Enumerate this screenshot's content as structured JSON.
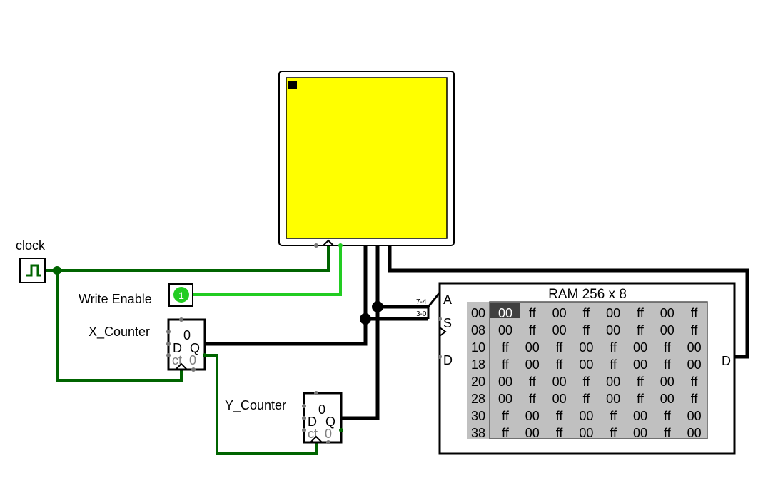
{
  "labels": {
    "clock": "clock",
    "write_enable": "Write Enable",
    "x_counter": "X_Counter",
    "y_counter": "Y_Counter"
  },
  "write_enable_value": "1",
  "counters": {
    "x": {
      "value": "0",
      "d": "D",
      "q": "Q",
      "ct": "ct",
      "zero": "0"
    },
    "y": {
      "value": "0",
      "d": "D",
      "q": "Q",
      "ct": "ct",
      "zero": "0"
    }
  },
  "ram": {
    "title": "RAM 256 x 8",
    "port_a": "A",
    "port_s": "S",
    "port_d_in": "D",
    "port_d_out": "D",
    "split_hi": "7-4",
    "split_lo": "3-0",
    "rows": [
      {
        "addr": "00",
        "cells": [
          "00",
          "ff",
          "00",
          "ff",
          "00",
          "ff",
          "00",
          "ff"
        ]
      },
      {
        "addr": "08",
        "cells": [
          "00",
          "ff",
          "00",
          "ff",
          "00",
          "ff",
          "00",
          "ff"
        ]
      },
      {
        "addr": "10",
        "cells": [
          "ff",
          "00",
          "ff",
          "00",
          "ff",
          "00",
          "ff",
          "00"
        ]
      },
      {
        "addr": "18",
        "cells": [
          "ff",
          "00",
          "ff",
          "00",
          "ff",
          "00",
          "ff",
          "00"
        ]
      },
      {
        "addr": "20",
        "cells": [
          "00",
          "ff",
          "00",
          "ff",
          "00",
          "ff",
          "00",
          "ff"
        ]
      },
      {
        "addr": "28",
        "cells": [
          "00",
          "ff",
          "00",
          "ff",
          "00",
          "ff",
          "00",
          "ff"
        ]
      },
      {
        "addr": "30",
        "cells": [
          "ff",
          "00",
          "ff",
          "00",
          "ff",
          "00",
          "ff",
          "00"
        ]
      },
      {
        "addr": "38",
        "cells": [
          "ff",
          "00",
          "ff",
          "00",
          "ff",
          "00",
          "ff",
          "00"
        ]
      }
    ]
  },
  "colors": {
    "wire_clock": "#006400",
    "wire_active": "#22cc22",
    "wire_bus": "#000000",
    "display": "#ffff00",
    "ram_bg": "#c0c0c0",
    "ram_highlight": "#404040"
  }
}
